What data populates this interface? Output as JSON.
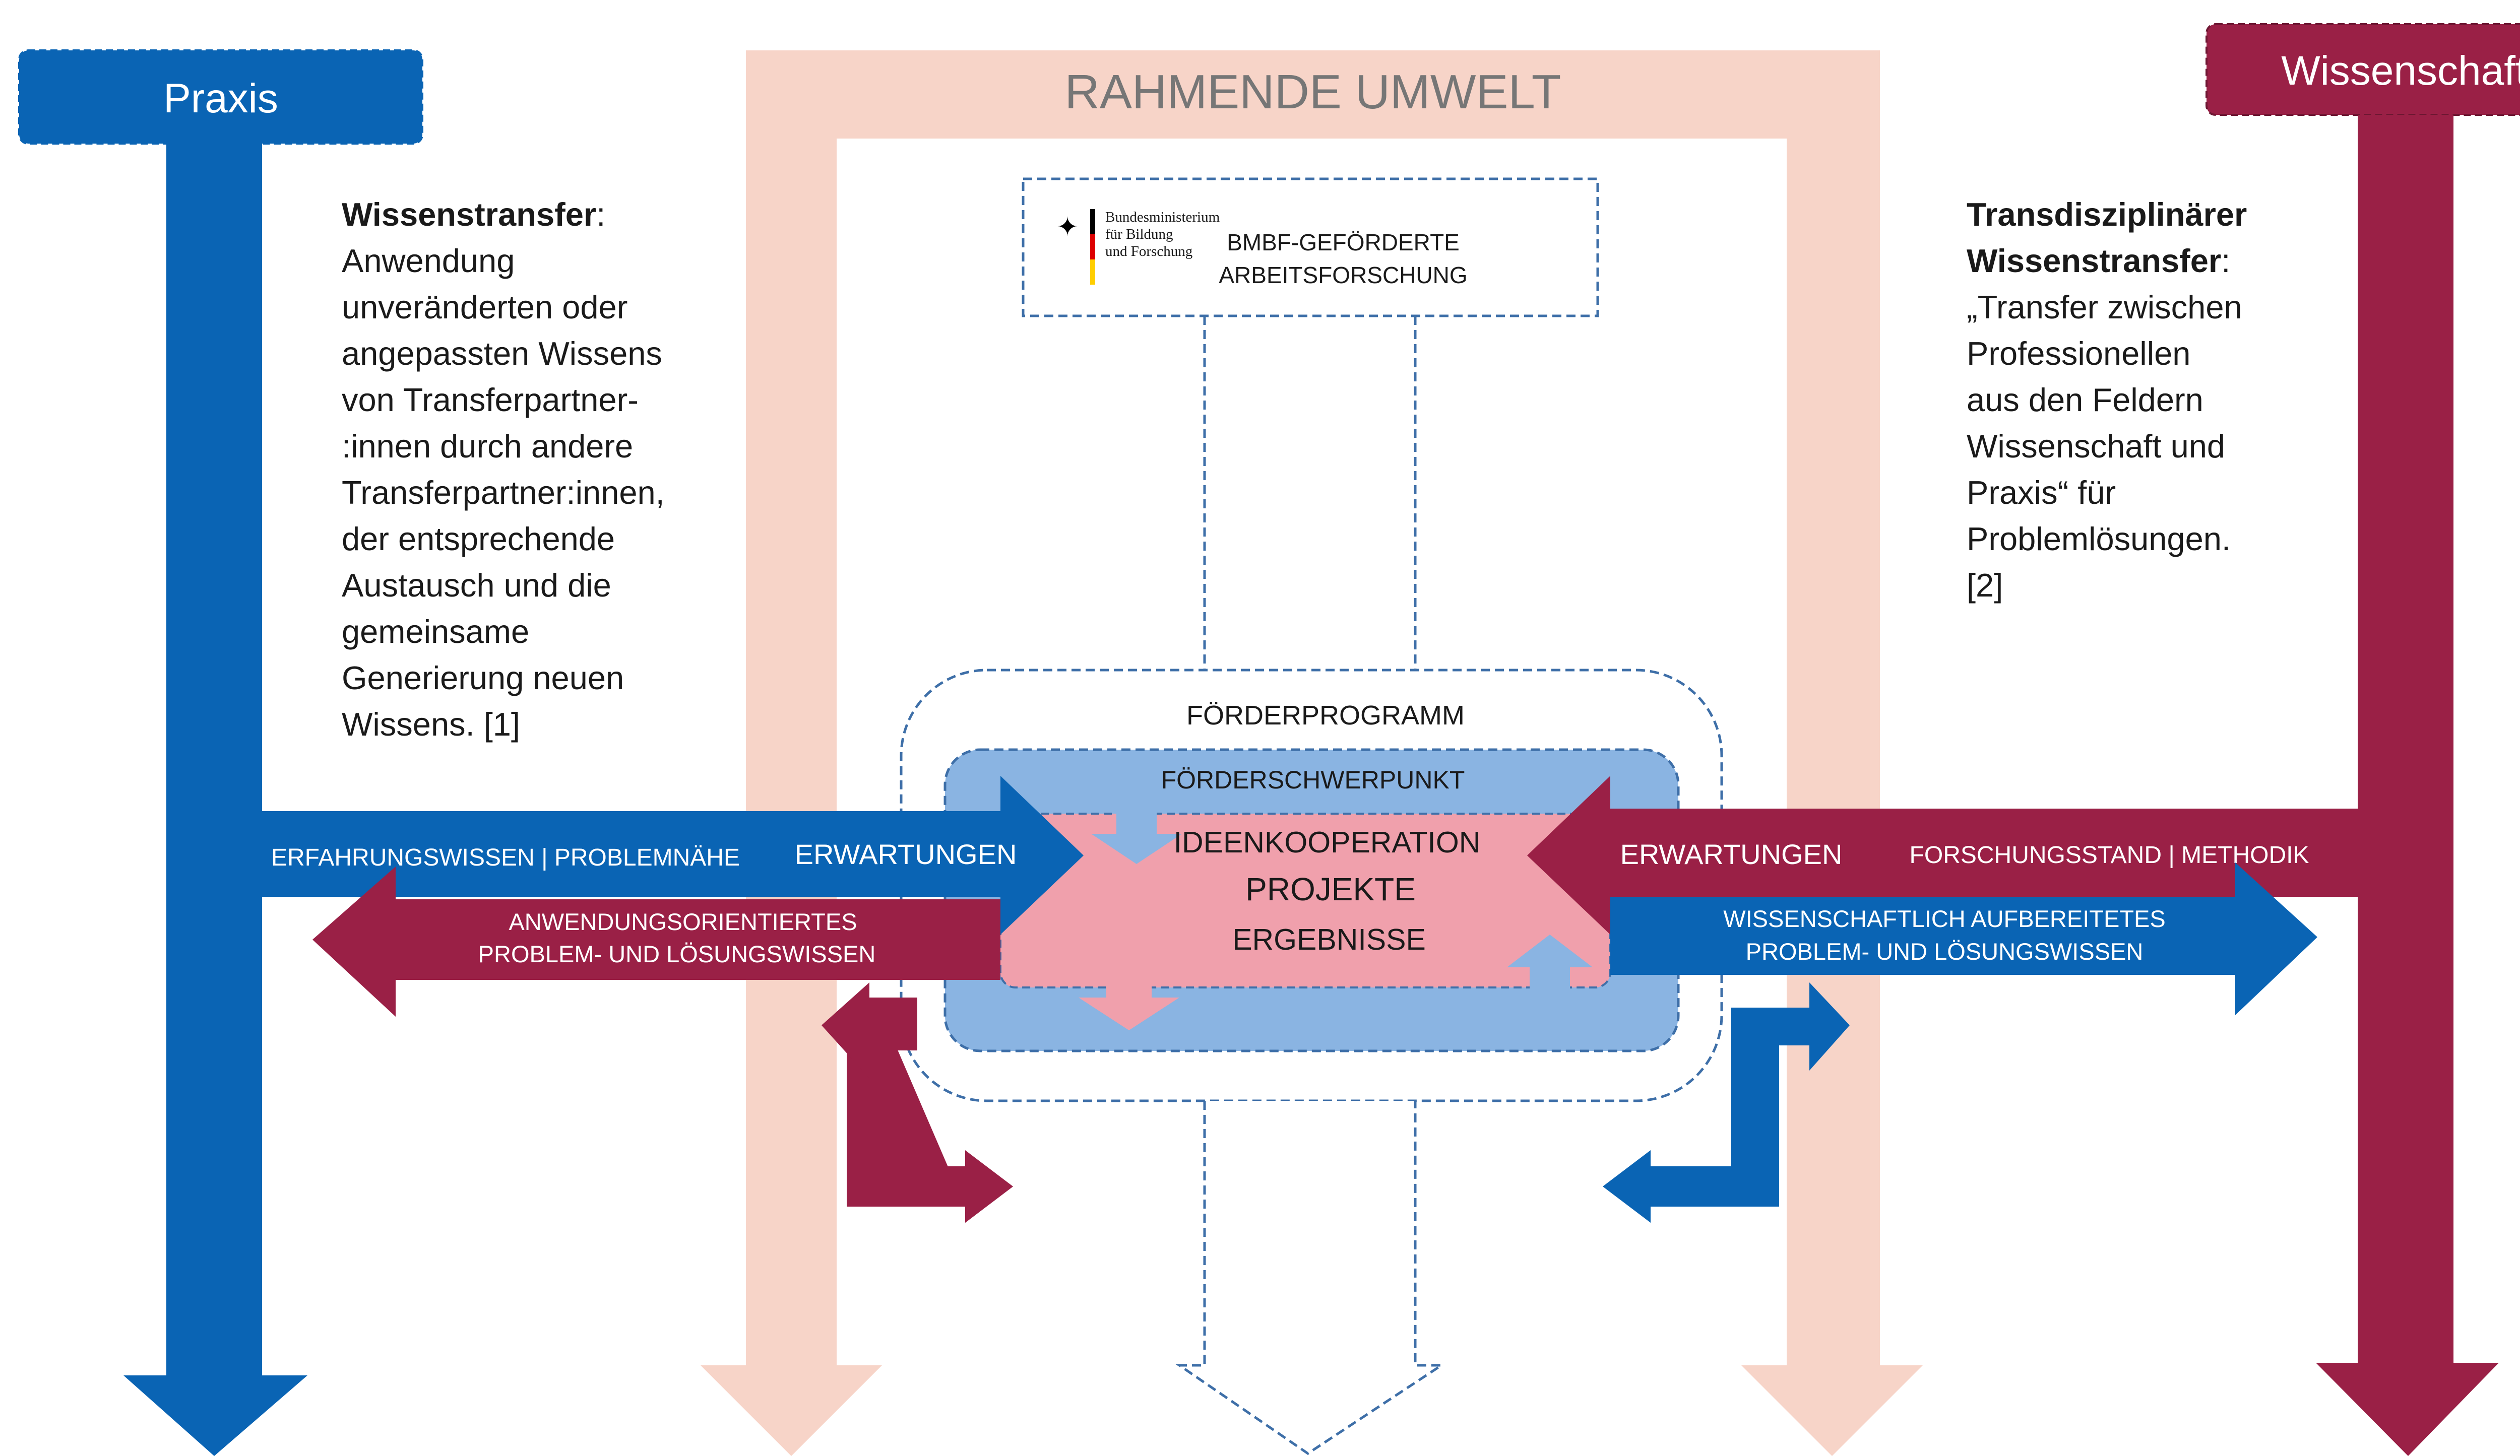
{
  "colors": {
    "praxis_blue": "#0A64B4",
    "wissenschaft_red": "#9A2046",
    "umwelt_peach": "#F7D4C8",
    "foerderschwerpunkt_blue": "#8AB4E2",
    "core_pink": "#F0A0AC",
    "dashed_border": "#3E6FA8",
    "umwelt_title_gray": "#767676"
  },
  "header": {
    "praxis": "Praxis",
    "wissenschaft": "Wissenschaft",
    "rahmende_umwelt": "RAHMENDE UMWELT"
  },
  "left_text": {
    "title": "Wissenstransfer",
    "colon": ":",
    "lines": [
      "Anwendung",
      "unveränderten oder",
      "angepassten Wissens",
      "von Transferpartner-",
      ":innen durch andere",
      "Transferpartner:innen,",
      "der entsprechende",
      "Austausch und die",
      "gemeinsame",
      "Generierung neuen",
      "Wissens. [1]"
    ]
  },
  "right_text": {
    "title_lines": [
      "Transdisziplinärer",
      "Wissenstransfer"
    ],
    "colon": ":",
    "lines": [
      "„Transfer zwischen",
      "Professionellen",
      "aus den Feldern",
      "Wissenschaft und",
      "Praxis“ für",
      "Problemlösungen.",
      "[2]"
    ]
  },
  "bmbf": {
    "logo_lines": [
      "Bundesministerium",
      "für Bildung",
      "und Forschung"
    ],
    "label_lines": [
      "BMBF-GEFÖRDERTE",
      "ARBEITSFORSCHUNG"
    ],
    "logo_colors": [
      "#000000",
      "#DD0000",
      "#FFCE00"
    ]
  },
  "program": {
    "foerderprogramm": "FÖRDERPROGRAMM",
    "foerderschwerpunkt": "FÖRDERSCHWERPUNKT",
    "core_lines": [
      "IDEENKOOPERATION",
      "PROJEKTE",
      "ERGEBNISSE"
    ]
  },
  "arrows": {
    "left_in_label": "ERFAHRUNGSWISSEN |  PROBLEMNÄHE",
    "left_in_expect": "ERWARTUNGEN",
    "right_in_label": "FORSCHUNGSSTAND | METHODIK",
    "right_in_expect": "ERWARTUNGEN",
    "left_out_lines": [
      "ANWENDUNGSORIENTIERTES",
      "PROBLEM- UND LÖSUNGSWISSEN"
    ],
    "right_out_lines": [
      "WISSENSCHAFTLICH AUFBEREITETES",
      "PROBLEM- UND LÖSUNGSWISSEN"
    ]
  }
}
